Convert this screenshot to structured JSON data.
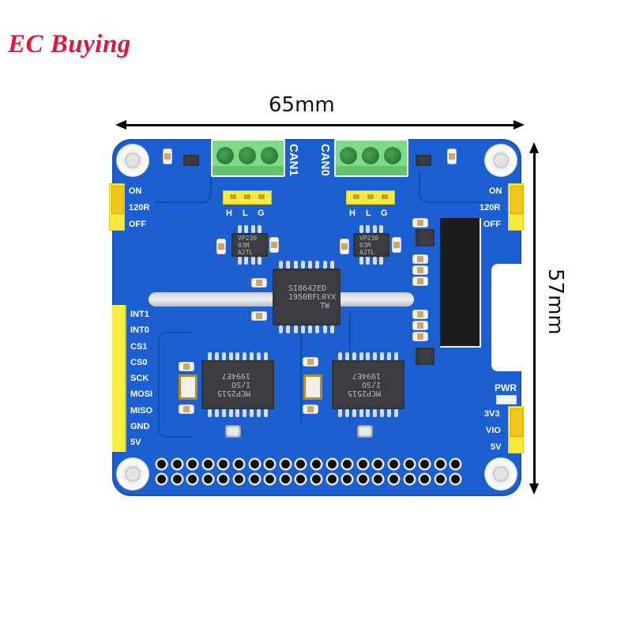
{
  "brand": {
    "text": "EC Buying",
    "color": "#e8133c"
  },
  "dimensions": {
    "width_label": "65mm",
    "height_label": "57mm"
  },
  "board": {
    "color": "#1b5fd0",
    "connectors": {
      "can1": {
        "label": "CAN1",
        "pins": [
          "H",
          "L",
          "G"
        ]
      },
      "can0": {
        "label": "CAN0",
        "pins": [
          "H",
          "L",
          "G"
        ]
      }
    },
    "left_jumper": {
      "labels": [
        "ON",
        "120R",
        "OFF"
      ]
    },
    "right_jumper": {
      "labels": [
        "ON",
        "120R",
        "OFF"
      ]
    },
    "power_jumper": {
      "title": "PWR",
      "labels": [
        "3V3",
        "VIO",
        "5V"
      ]
    },
    "side_header": {
      "labels": [
        "INT1",
        "INT0",
        "CS1",
        "CS0",
        "SCK",
        "MOSI",
        "MISO",
        "GND",
        "5V"
      ]
    },
    "chips": {
      "isolator": {
        "lines": [
          "SI8642ED",
          "1950BFL0YX",
          "TW"
        ]
      },
      "transceiver_left": {
        "lines": [
          "VP230",
          "03M",
          "A2TL"
        ]
      },
      "transceiver_right": {
        "lines": [
          "VP230",
          "03M",
          "A2TL"
        ]
      },
      "controller_left": {
        "lines": [
          "MCP2515",
          "I/SO",
          "1994E7"
        ]
      },
      "controller_right": {
        "lines": [
          "MCP2515",
          "I/SO",
          "1994E7"
        ]
      }
    },
    "gpio_header": {
      "columns": 20,
      "rows": 2
    }
  }
}
